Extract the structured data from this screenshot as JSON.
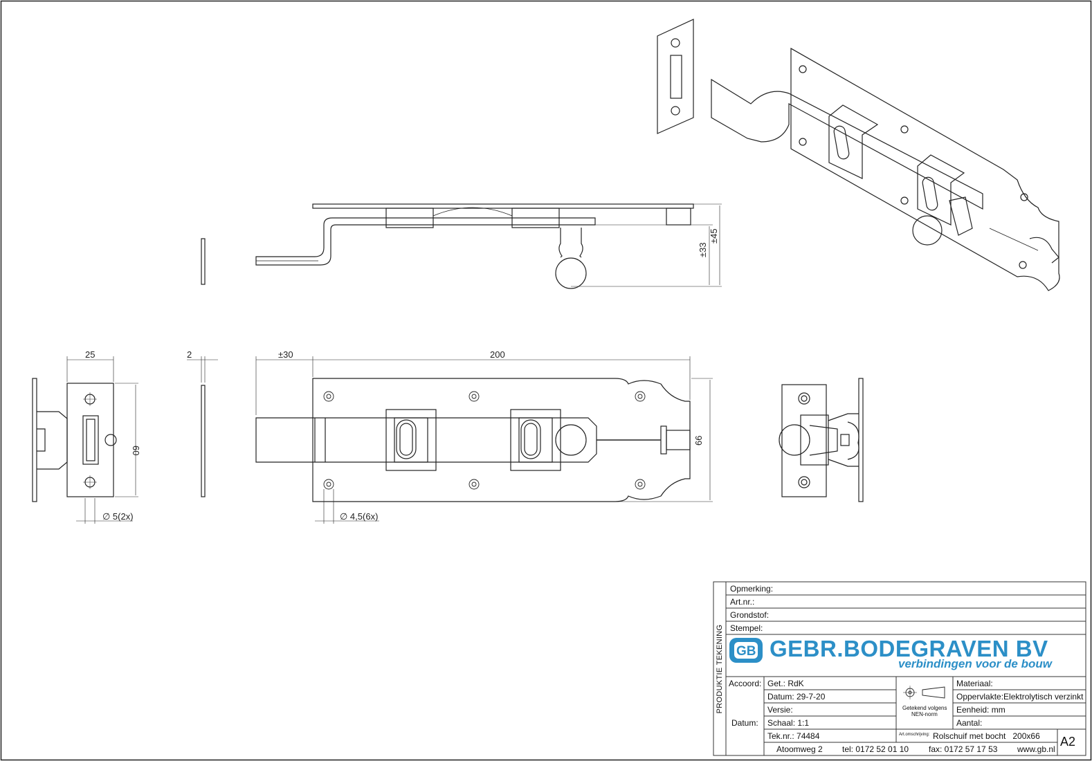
{
  "dimensions": {
    "bolt_width": "25",
    "plate_thickness": "2",
    "bolt_offset": "±30",
    "length": "200",
    "bolt_height": "60",
    "height": "66",
    "hole_keeper": "∅ 5(2x)",
    "hole_plate": "∅ 4,5(6x)",
    "depth_33": "±33",
    "depth_45": "±45"
  },
  "title_block": {
    "vertical_label": "PRODUKTIE TEKENING",
    "opmerking": "Opmerking:",
    "art_nr": "Art.nr.:",
    "grondstof": "Grondstof:",
    "stempel": "Stempel:",
    "company_name": "GEBR.BODEGRAVEN BV",
    "company_tagline": "verbindingen voor de bouw",
    "logo_text": "GB",
    "accoord": "Accoord:",
    "datum_label": "Datum:",
    "get": "Get.: RdK",
    "datum": "Datum: 29-7-20",
    "versie": "Versie:",
    "schaal": "Schaal: 1:1",
    "tek_nr": "Tek.nr.: 74484",
    "norm_line1": "Getekend volgens",
    "norm_line2": "NEN-norm",
    "art_omschrijving_label": "Art.omschrijving:",
    "art_omschrijving": "Rolschuif met bocht   200x66",
    "materiaal": "Materiaal:",
    "oppervlakte": "Oppervlakte:Elektrolytisch verzinkt",
    "eenheid": "Eenheid: mm",
    "aantal": "Aantal:",
    "address": "Atoomweg 2",
    "tel": "tel: 0172 52 01 10",
    "fax": "fax: 0172 57 17 53",
    "web": "www.gb.nl",
    "sheet": "A2"
  },
  "colors": {
    "brand": "#2c8fc7",
    "line": "#222222"
  }
}
